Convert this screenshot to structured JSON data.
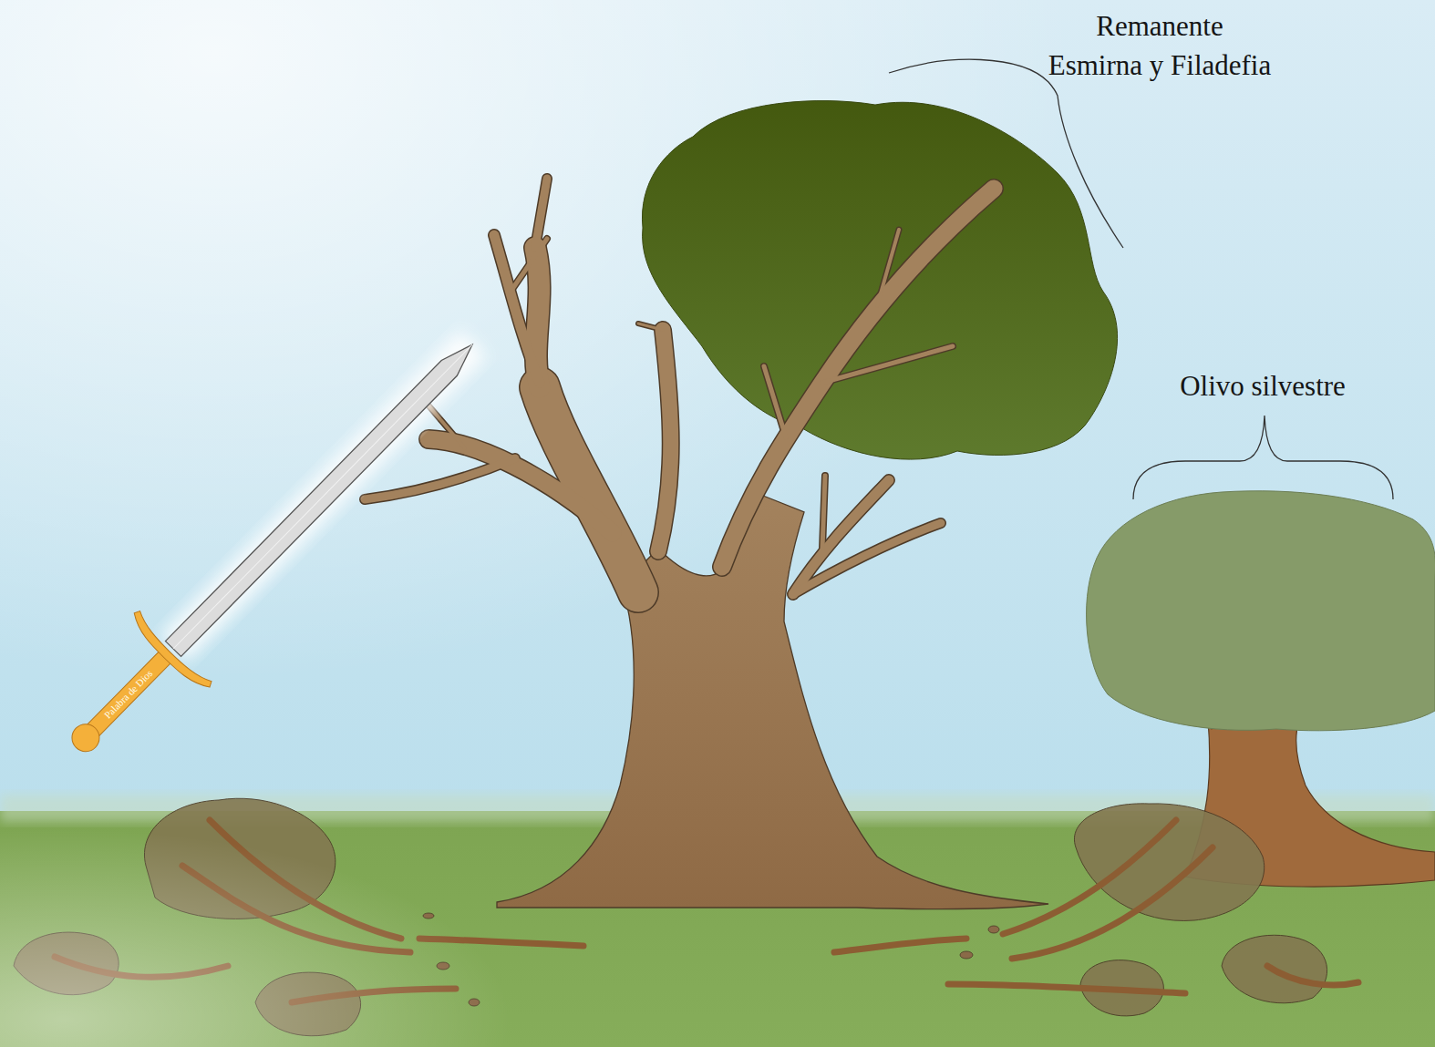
{
  "diagram": {
    "labels": [
      "Remanente Esmirna y Filadefia",
      "Olivo silvestre",
      "Palabra de Dios"
    ]
  }
}
